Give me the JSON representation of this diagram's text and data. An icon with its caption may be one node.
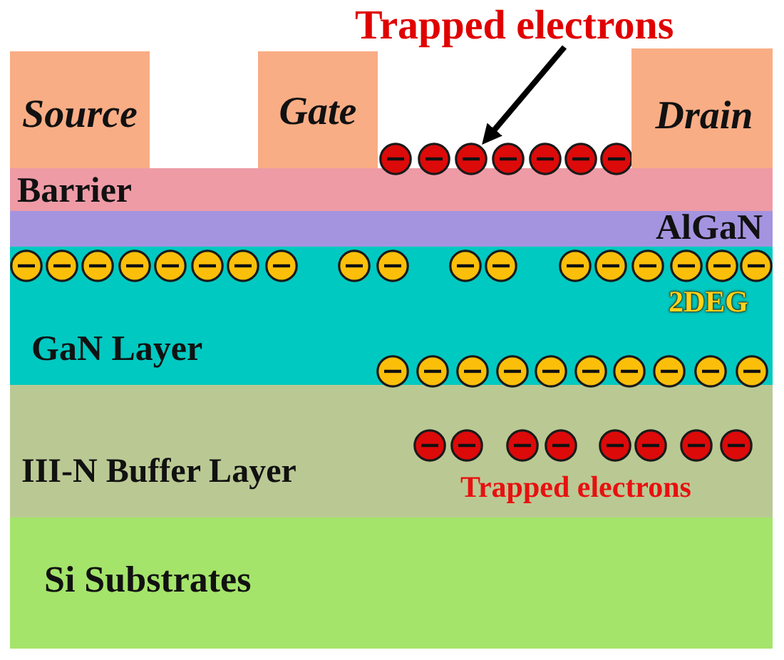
{
  "diagram": {
    "nodes": [
      {
        "text": [
          "Trapped electrons"
        ]
      },
      {
        "text": [
          "Source"
        ]
      },
      {
        "text": [
          "Gate"
        ]
      },
      {
        "text": [
          "Drain"
        ]
      },
      {
        "text": [],
        "shape": "circle"
      },
      {
        "text": [
          "Barrier"
        ]
      },
      {
        "text": [
          "AlGaN"
        ]
      },
      {
        "text": [
          "GaN Layer",
          "2DEG"
        ]
      },
      {
        "text": [
          "III-N Buffer Layer",
          "Trapped electrons"
        ]
      },
      {
        "text": [
          "Si Substrates"
        ]
      }
    ],
    "edges": [
      {
        "from": 0,
        "to": 4,
        "arrow": "to"
      }
    ]
  }
}
